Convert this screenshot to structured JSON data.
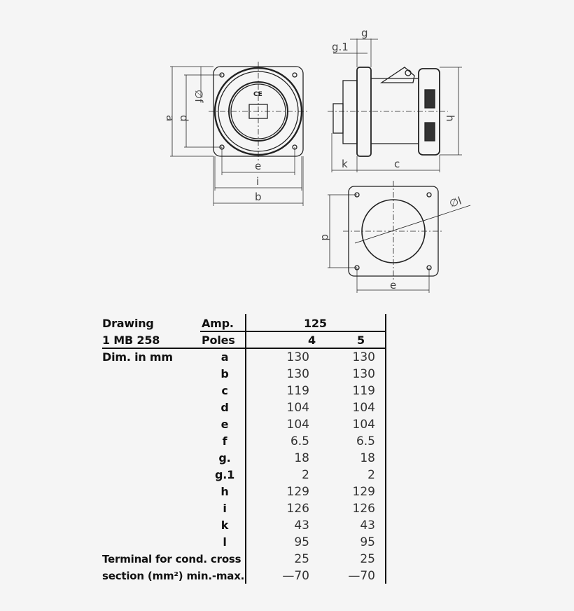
{
  "drawing": {
    "front_view_labels": [
      "a",
      "d",
      "∅f",
      "e",
      "i",
      "b"
    ],
    "side_view_labels": [
      "g",
      "g.1",
      "h",
      "k",
      "c"
    ],
    "cutout_view_labels": [
      "d",
      "e",
      "∅l"
    ],
    "marking": "CE"
  },
  "table": {
    "header": {
      "drawing_label": "Drawing",
      "drawing_number": "1 MB 258",
      "amp_label": "Amp.",
      "amp_value": "125",
      "poles_label": "Poles",
      "poles": [
        "4",
        "5"
      ]
    },
    "dim_label": "Dim. in mm",
    "rows": [
      {
        "key": "a",
        "v4": "130",
        "v5": "130"
      },
      {
        "key": "b",
        "v4": "130",
        "v5": "130"
      },
      {
        "key": "c",
        "v4": "119",
        "v5": "119"
      },
      {
        "key": "d",
        "v4": "104",
        "v5": "104"
      },
      {
        "key": "e",
        "v4": "104",
        "v5": "104"
      },
      {
        "key": "f",
        "v4": "6.5",
        "v5": "6.5"
      },
      {
        "key": "g.",
        "v4": "18",
        "v5": "18"
      },
      {
        "key": "g.1",
        "v4": "2",
        "v5": "2"
      },
      {
        "key": "h",
        "v4": "129",
        "v5": "129"
      },
      {
        "key": "i",
        "v4": "126",
        "v5": "126"
      },
      {
        "key": "k",
        "v4": "43",
        "v5": "43"
      },
      {
        "key": "l",
        "v4": "95",
        "v5": "95"
      }
    ],
    "terminal": {
      "label_line1": "Terminal for cond. cross",
      "label_line2": "section (mm²) min.-max.",
      "min4": "25",
      "min5": "25",
      "max4": "—70",
      "max5": "—70"
    }
  }
}
